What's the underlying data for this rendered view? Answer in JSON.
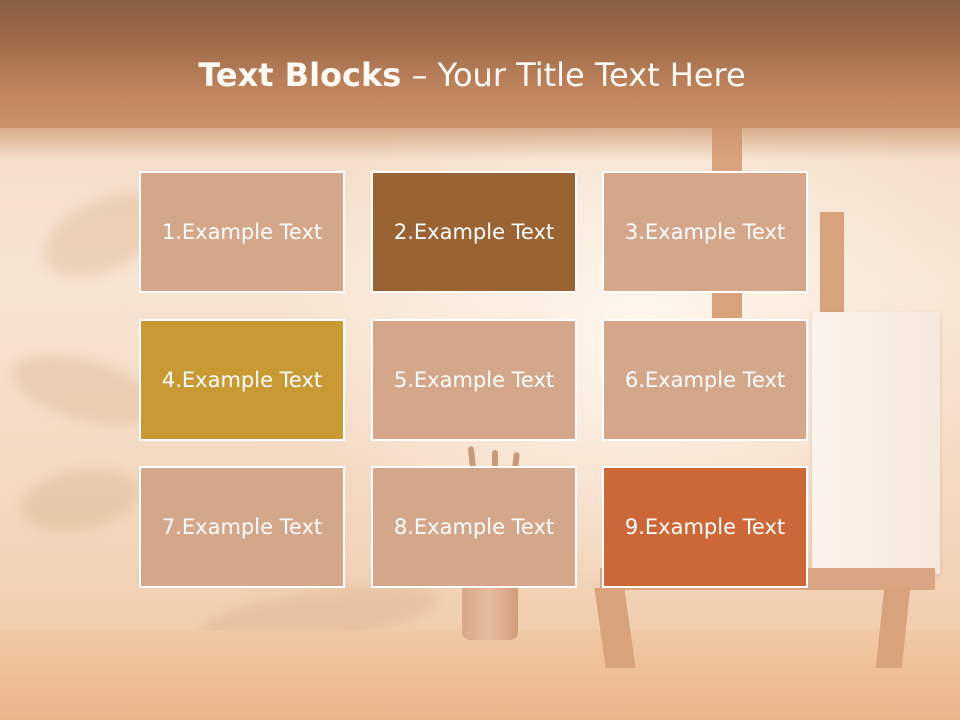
{
  "title": {
    "bold_part": "Text Blocks",
    "dash": " – ",
    "regular_part": "Your Title Text Here"
  },
  "blocks": [
    {
      "label": "1.Example Text",
      "color": "#d4a78a"
    },
    {
      "label": "2.Example Text",
      "color": "#9a6333"
    },
    {
      "label": "3.Example Text",
      "color": "#d4a78a"
    },
    {
      "label": "4.Example Text",
      "color": "#c99934"
    },
    {
      "label": "5.Example Text",
      "color": "#d4a78a"
    },
    {
      "label": "6.Example Text",
      "color": "#d4a78a"
    },
    {
      "label": "7.Example Text",
      "color": "#d4a78a"
    },
    {
      "label": "8.Example Text",
      "color": "#d4a78a"
    },
    {
      "label": "9.Example Text",
      "color": "#cc6837"
    }
  ]
}
